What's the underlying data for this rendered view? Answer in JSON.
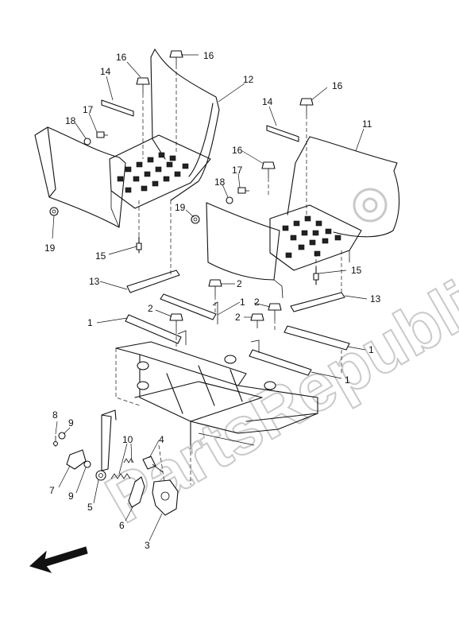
{
  "diagram": {
    "watermark": "PartsRepublik",
    "callouts": {
      "c16a": "16",
      "c16b": "16",
      "c16c": "16",
      "c16d": "16",
      "c14a": "14",
      "c14b": "14",
      "c12": "12",
      "c11": "11",
      "c17a": "17",
      "c17b": "17",
      "c18a": "18",
      "c18b": "18",
      "c19a": "19",
      "c19b": "19",
      "c15a": "15",
      "c15b": "15",
      "c13a": "13",
      "c13b": "13",
      "c2a": "2",
      "c2b": "2",
      "c2c": "2",
      "c2d": "2",
      "c1a": "1",
      "c1b": "1",
      "c1c": "1",
      "c1d": "1",
      "c8": "8",
      "c9a": "9",
      "c9b": "9",
      "c7": "7",
      "c10": "10",
      "c4": "4",
      "c5": "5",
      "c6": "6",
      "c3": "3"
    }
  }
}
